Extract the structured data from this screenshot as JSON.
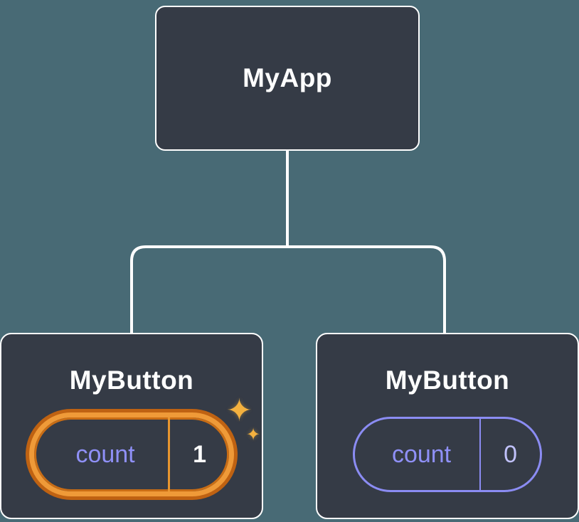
{
  "tree": {
    "root": {
      "label": "MyApp"
    },
    "children": [
      {
        "label": "MyButton",
        "state": {
          "name": "count",
          "value": "1"
        },
        "highlighted": true
      },
      {
        "label": "MyButton",
        "state": {
          "name": "count",
          "value": "0"
        },
        "highlighted": false
      }
    ]
  },
  "icons": {
    "sparkle": "✦"
  },
  "colors": {
    "background": "#486a75",
    "card": "#353b46",
    "card_border": "#ffffff",
    "connector": "#ffffff",
    "accent_purple": "#8b8cf3",
    "highlight_orange": "#ef9a38",
    "highlight_orange_dark": "#bf6212",
    "highlighted_value": "#ffffff",
    "normal_value": "#c0c1fa",
    "sparkle_gold": "#f4b13f"
  }
}
